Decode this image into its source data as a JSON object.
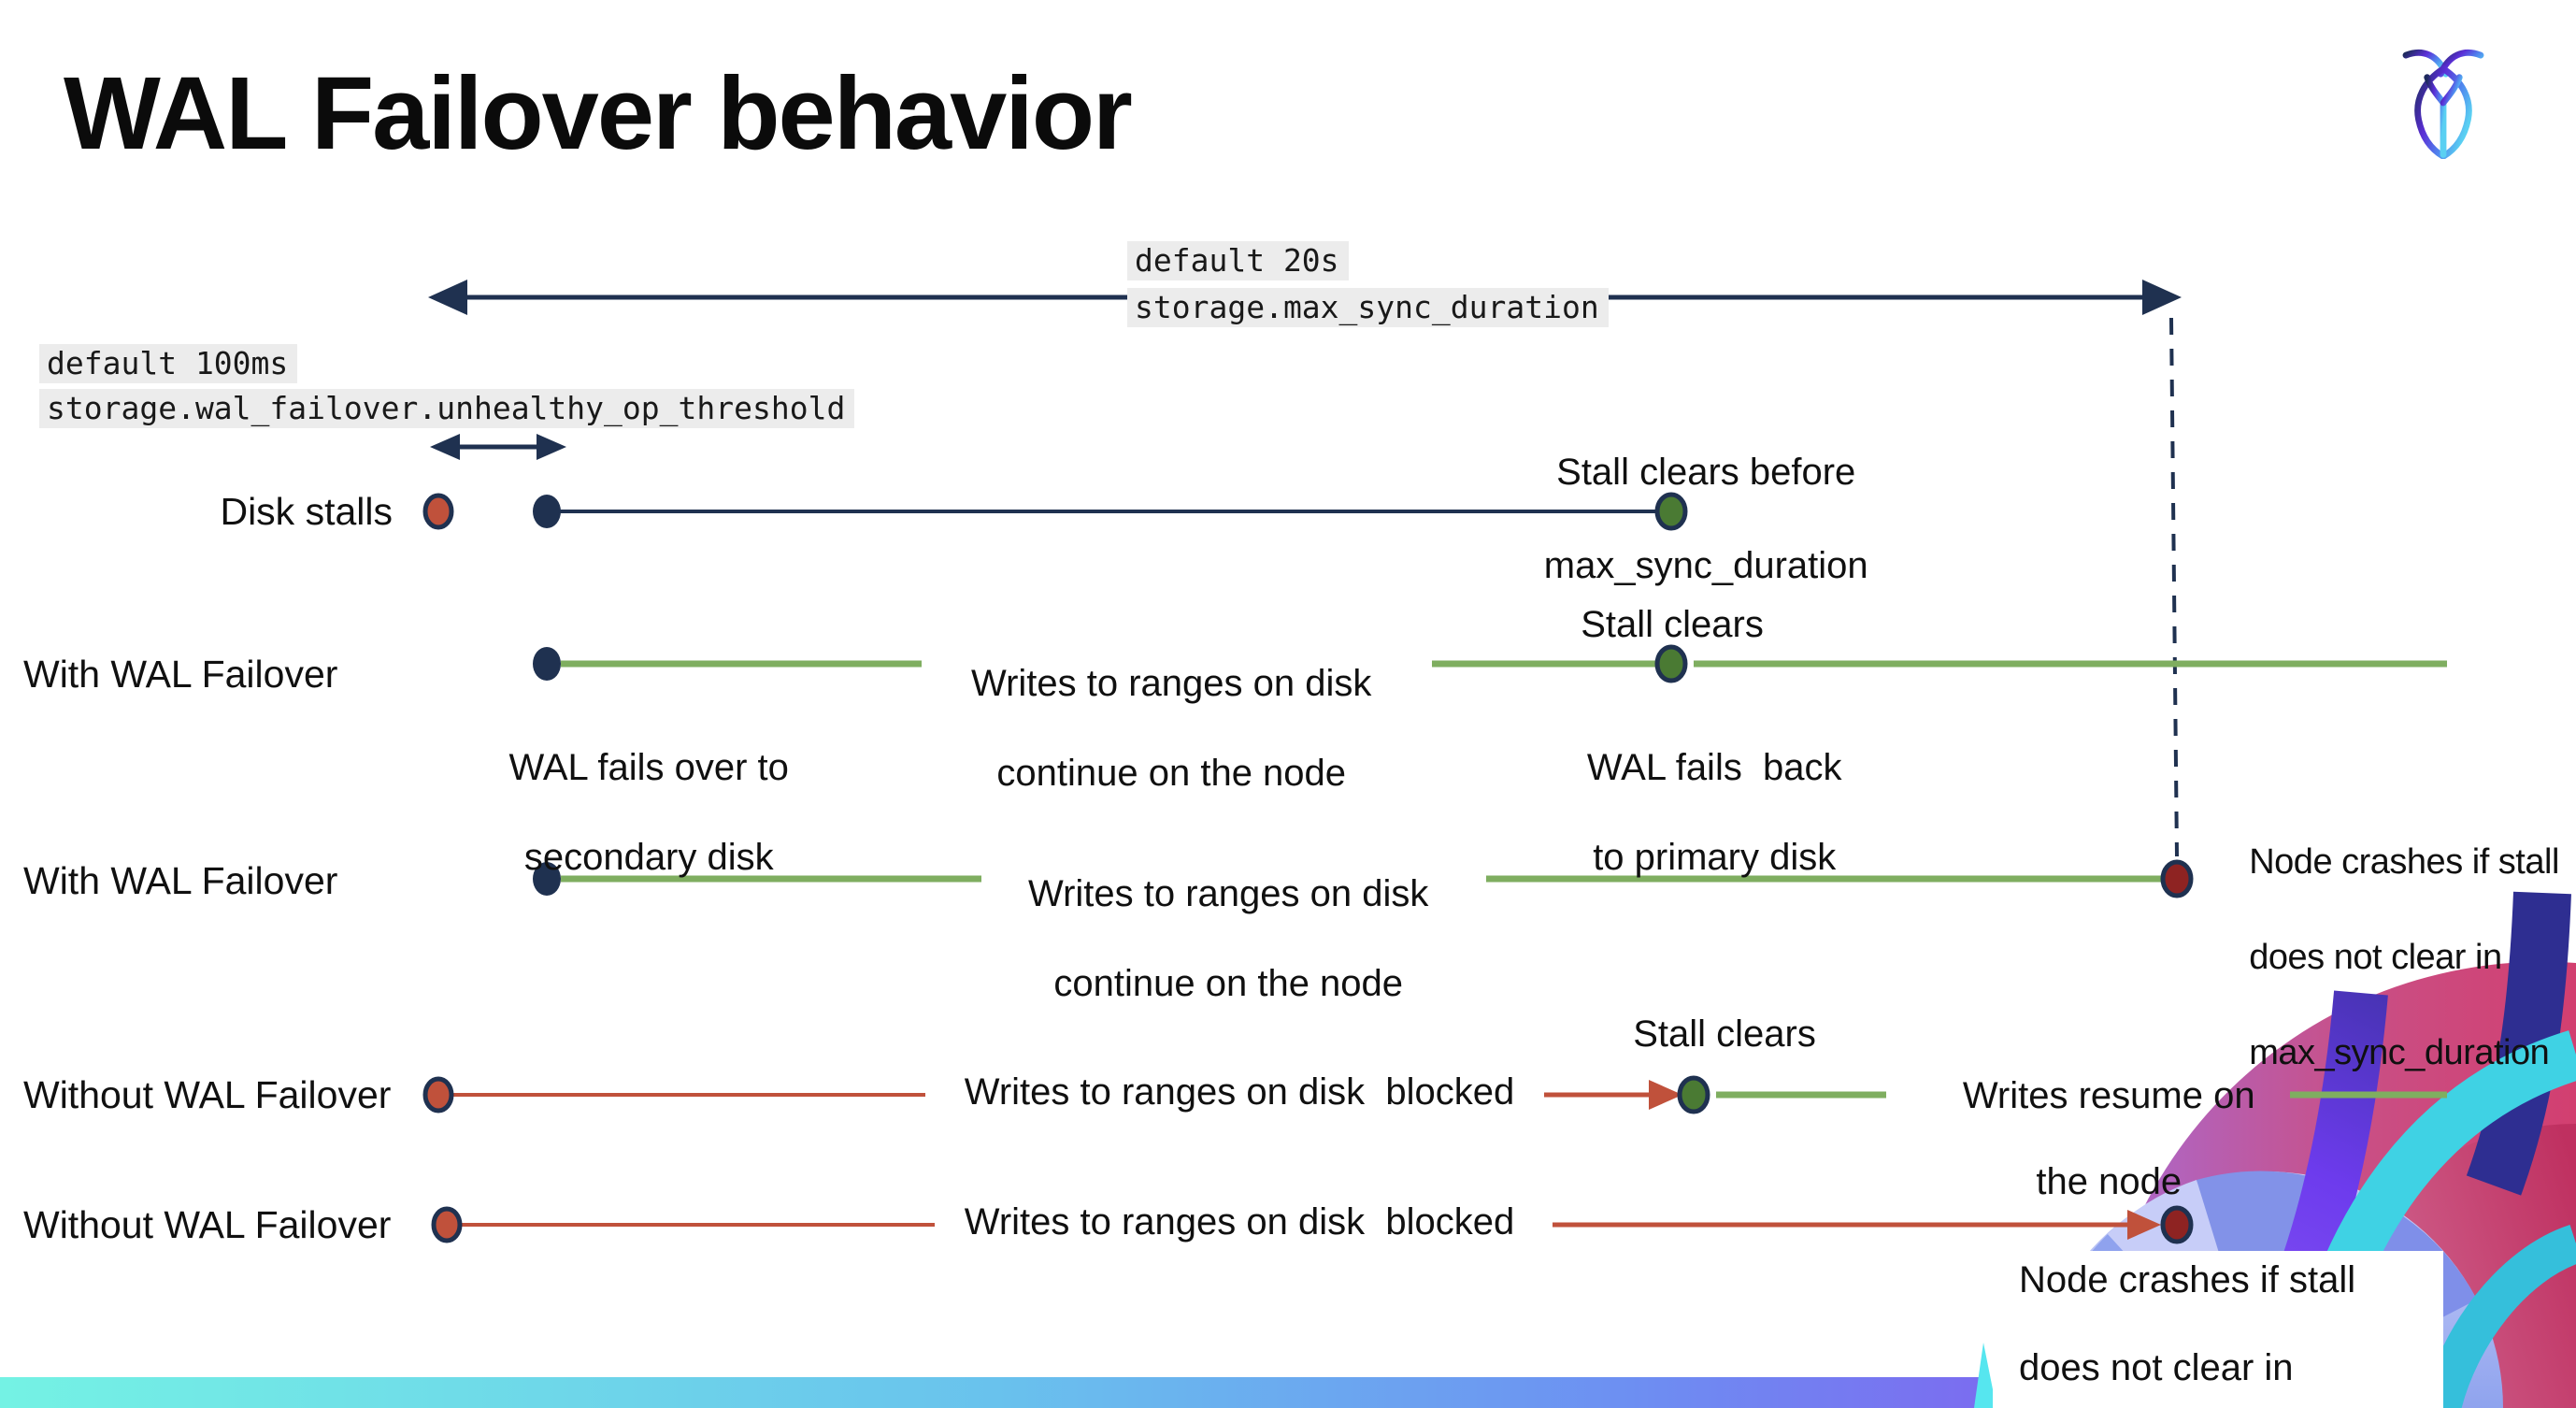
{
  "slide_title": "WAL Failover behavior",
  "logo": {
    "name": "cockroachdb-logo-mark"
  },
  "settings": {
    "max_sync_duration": {
      "default_label": "default 20s",
      "setting_name": "storage.max_sync_duration"
    },
    "unhealthy_op_threshold": {
      "default_label": "default 100ms",
      "setting_name": "storage.wal_failover.unhealthy_op_threshold"
    }
  },
  "row_labels": {
    "disk_stalls": "Disk stalls",
    "with_wal_failover": "With WAL Failover",
    "without_wal_failover": "Without WAL Failover"
  },
  "annotations": {
    "stall_clears_before": [
      "Stall clears before",
      "max_sync_duration"
    ],
    "stall_clears": "Stall clears",
    "wal_fails_over": [
      "WAL fails over to",
      "secondary disk"
    ],
    "wal_fails_back": [
      "WAL fails  back",
      "to primary disk"
    ],
    "writes_continue": [
      "Writes to ranges on disk",
      "continue on the node"
    ],
    "writes_blocked": "Writes to ranges on disk  blocked",
    "writes_resume": [
      "Writes resume on",
      "the node"
    ],
    "node_crashes": [
      "Node crashes if stall",
      "does not clear in",
      "max_sync_duration"
    ]
  },
  "colors": {
    "navy": "#1f3150",
    "green_line": "#7fae60",
    "green_dot": "#4a7a33",
    "red": "#c0513b",
    "maroon": "#8e2322",
    "code_bg": "#ececec",
    "footer_gradient_left": "#74f2e4",
    "footer_gradient_mid": "#69c2ed",
    "footer_gradient_right": "#7b6cf0"
  }
}
